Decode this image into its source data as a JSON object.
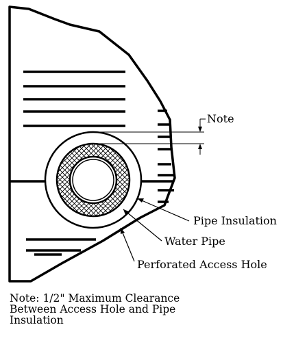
{
  "labels": {
    "note_callout": "Note",
    "pipe_insulation": "Pipe Insulation",
    "water_pipe": "Water Pipe",
    "access_hole": "Perforated Access Hole"
  },
  "footnote": {
    "line1": "Note: 1/2\" Maximum Clearance",
    "line2": "Between Access Hole and Pipe",
    "line3": "Insulation"
  }
}
